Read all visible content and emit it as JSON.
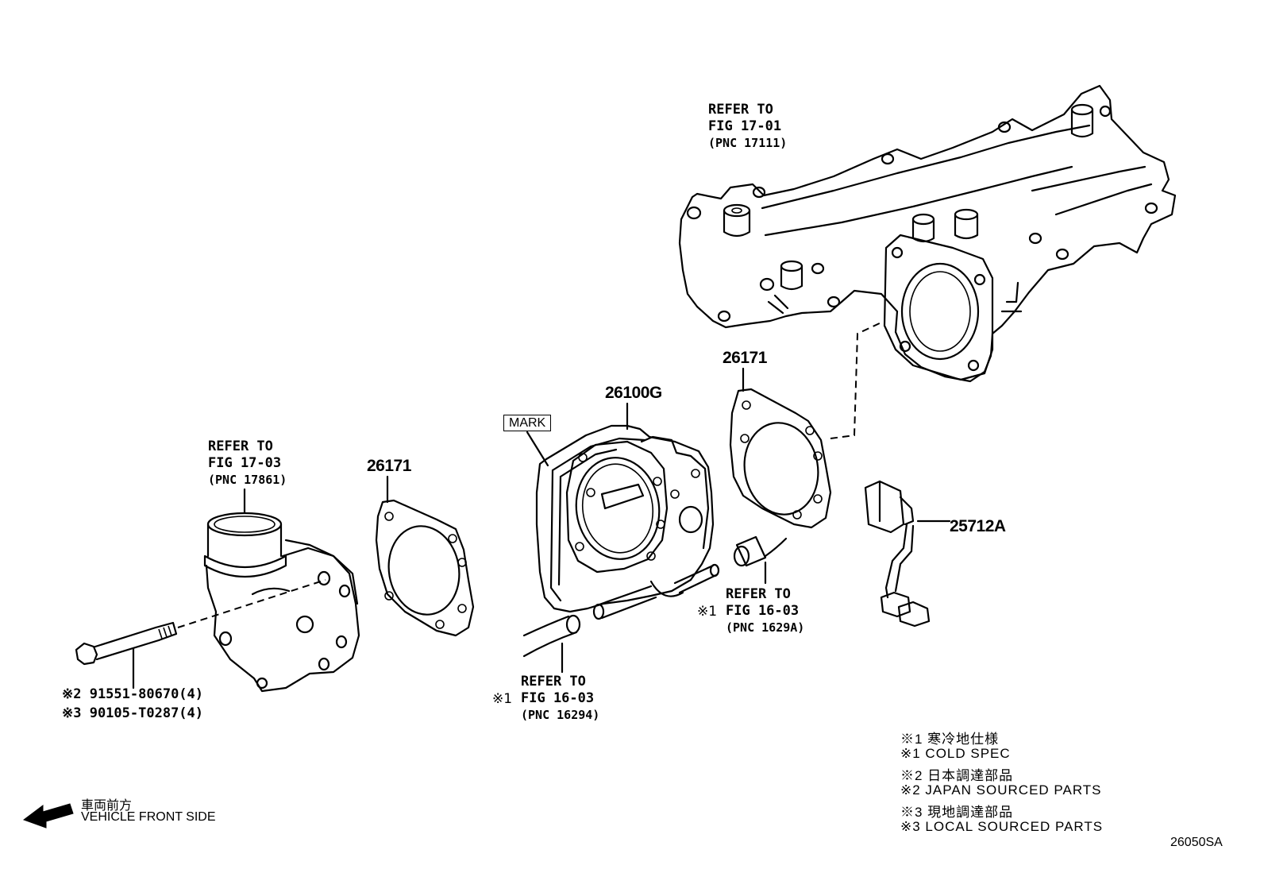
{
  "labels": {
    "refer_manifold": [
      "REFER TO",
      "FIG 17-01",
      "(PNC 17111)"
    ],
    "refer_inlet": [
      "REFER TO",
      "FIG 17-03",
      "(PNC 17861)"
    ],
    "refer_hose_right": [
      "REFER TO",
      "FIG 16-03",
      "(PNC 1629A)"
    ],
    "refer_hose_right_mark": "※1",
    "refer_hose_left": [
      "REFER TO",
      "FIG 16-03",
      "(PNC 16294)"
    ],
    "refer_hose_left_mark": "※1",
    "gasket_left": "26171",
    "gasket_right": "26171",
    "throttle_body": "26100G",
    "sensor_harness": "25712A",
    "mark": "MARK",
    "bolt_1": "※2 91551-80670(4)",
    "bolt_2": "※3 90105-T0287(4)"
  },
  "legend": [
    "※1 寒冷地仕様",
    "※1 COLD SPEC",
    "※2 日本調達部品",
    "※2 JAPAN SOURCED PARTS",
    "※3 現地調達部品",
    "※3 LOCAL SOURCED PARTS"
  ],
  "direction": {
    "jp": "車両前方",
    "en": "VEHICLE FRONT SIDE"
  },
  "figure_id": "26050SA"
}
